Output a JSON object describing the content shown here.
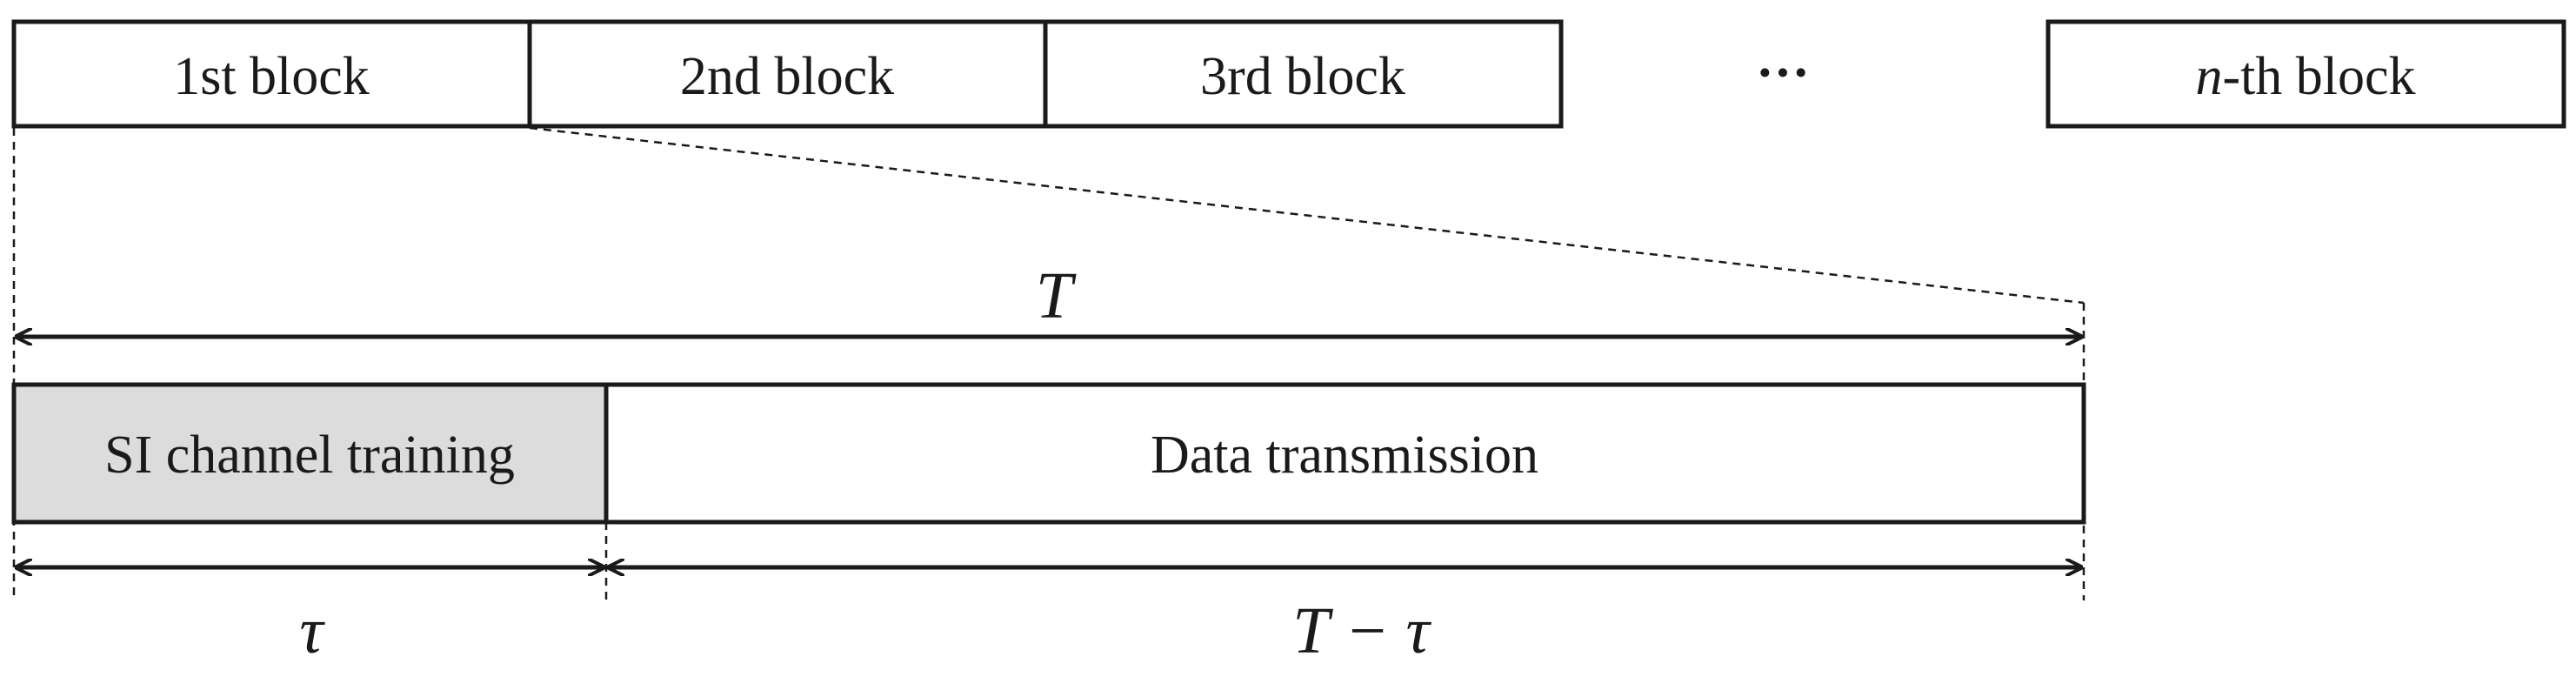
{
  "blocks": [
    {
      "label": "1st block"
    },
    {
      "label": "2nd block"
    },
    {
      "label": "3rd block"
    },
    {
      "label": "n-th block",
      "label_prefix": "n",
      "label_suffix": "-th block"
    }
  ],
  "ellipsis": "···",
  "frame": {
    "total_label": "T",
    "training": {
      "label": "SI channel training",
      "fill": "#dcdcdc"
    },
    "data": {
      "label": "Data transmission",
      "fill": "#ffffff"
    },
    "tau_label": "τ",
    "remaining_label": "T − τ"
  },
  "colors": {
    "stroke": "#1a1a1a"
  }
}
